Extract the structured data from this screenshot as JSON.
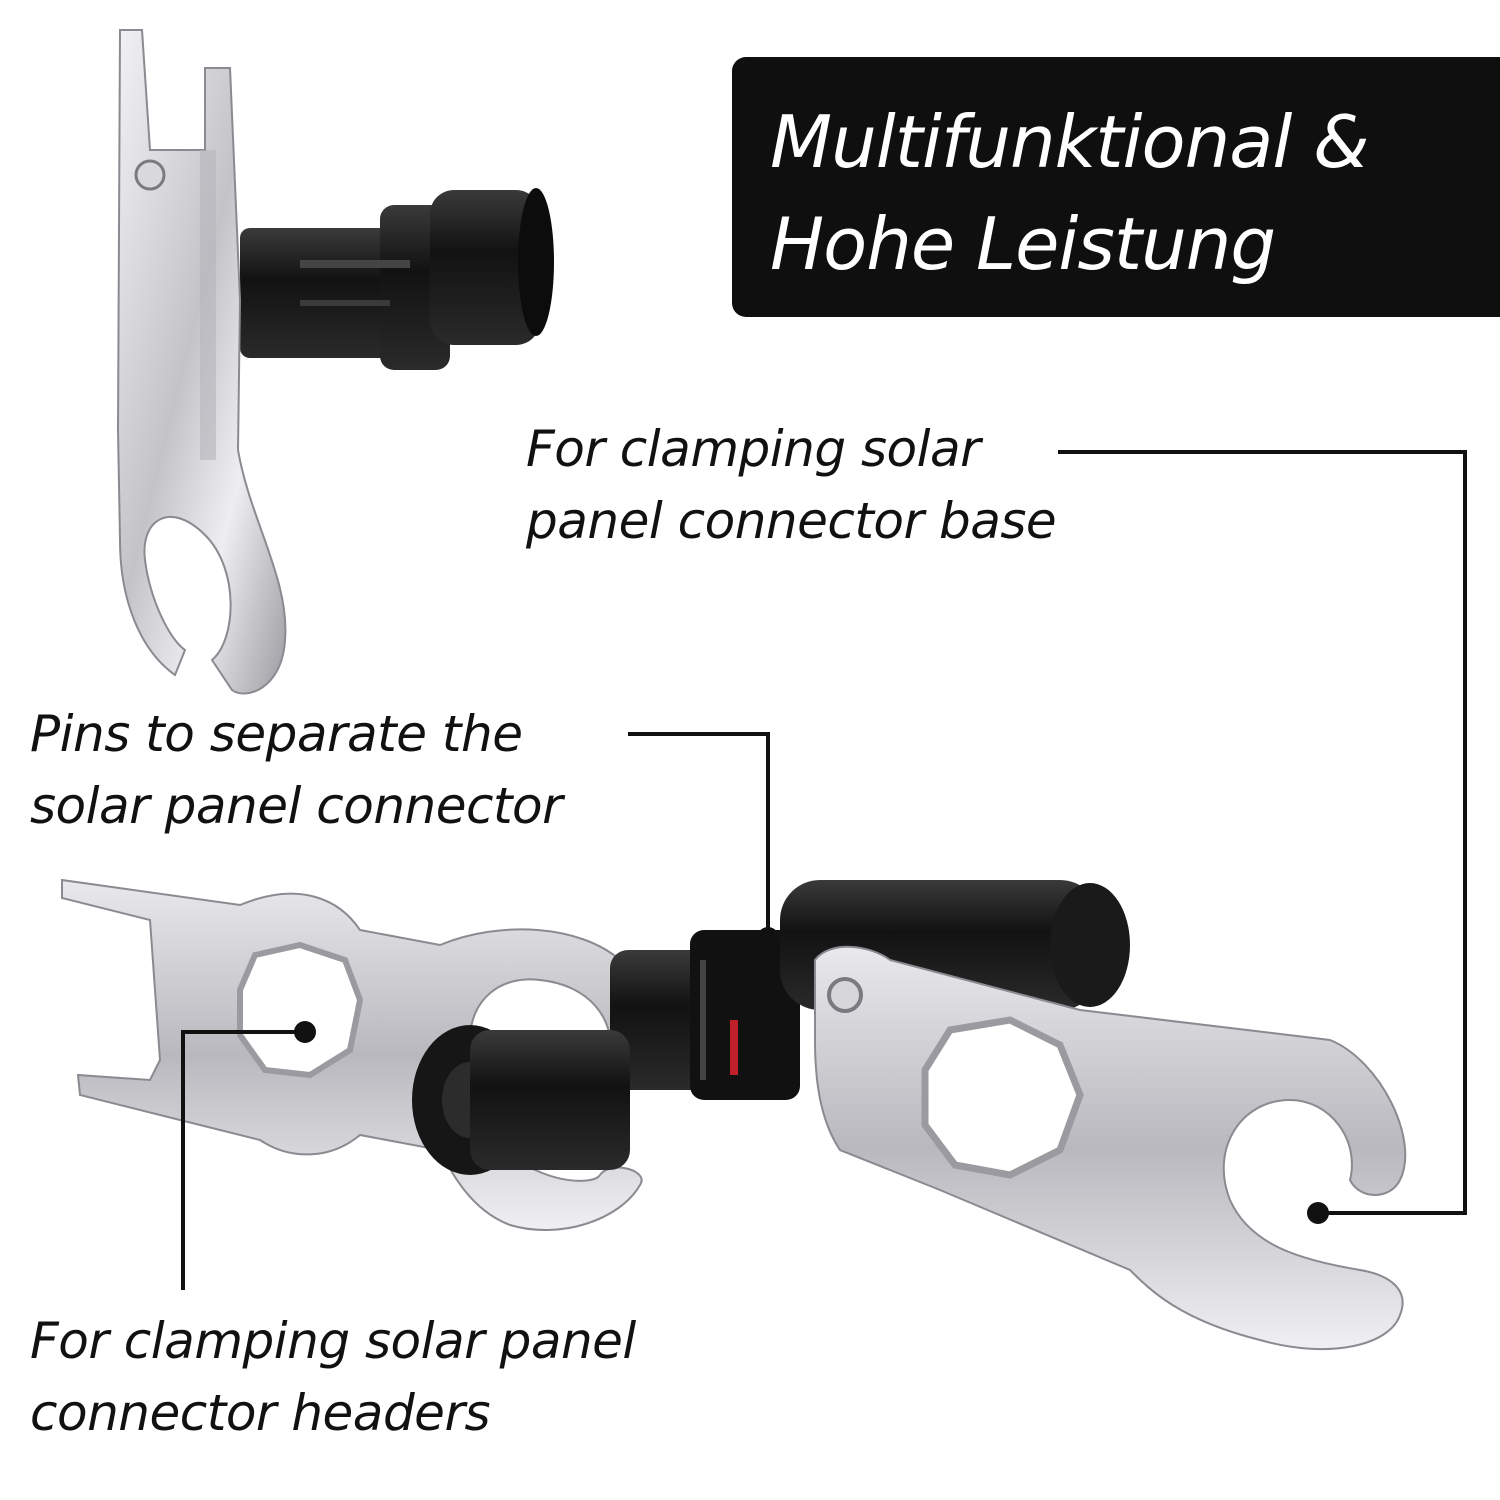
{
  "headline": {
    "line1": "Multifunktional &",
    "line2": "Hohe Leistung"
  },
  "callouts": {
    "base": {
      "line1": "For clamping solar",
      "line2": "panel connector base"
    },
    "pins": {
      "line1": "Pins to separate the",
      "line2": "solar panel connector"
    },
    "headers": {
      "line1": "For clamping solar panel",
      "line2": "connector headers"
    }
  },
  "colors": {
    "background": "#ffffff",
    "headline_box": "#0f0f0f",
    "headline_text": "#ffffff",
    "label_text": "#111111",
    "metal": "#c9c9cc",
    "connector": "#1a1a1a"
  }
}
